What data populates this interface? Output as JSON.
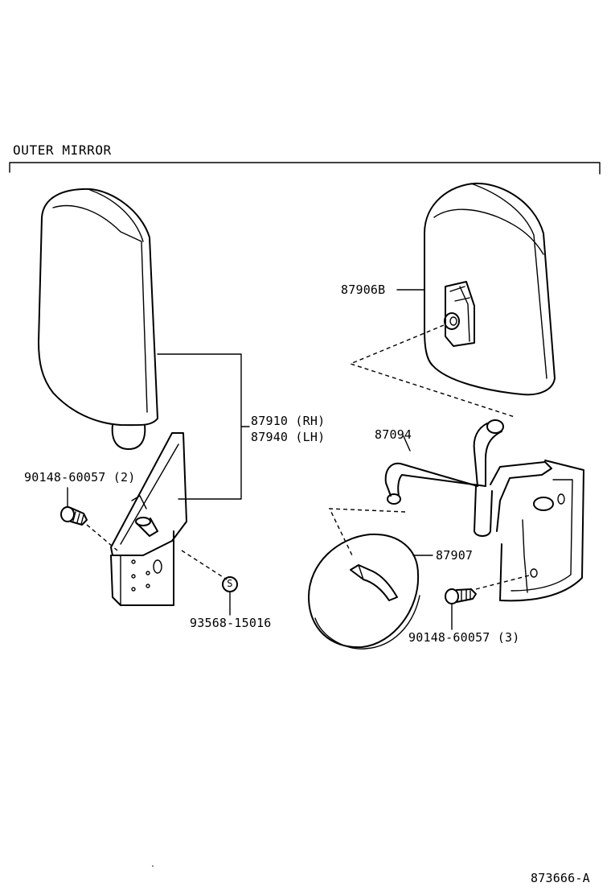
{
  "section": {
    "title": "OUTER MIRROR"
  },
  "labels": {
    "mirror_assy_rh": "87910 (RH)",
    "mirror_assy_lh": "87940 (LH)",
    "screw_left": "90148-60057 (2)",
    "clip": "93568-15016",
    "clip_symbol": "S",
    "cover": "87906B",
    "stay": "87094",
    "mirror_lens": "87907",
    "screw_right": "90148-60057 (3)"
  },
  "footer": {
    "drawing_number": "873666-A"
  }
}
